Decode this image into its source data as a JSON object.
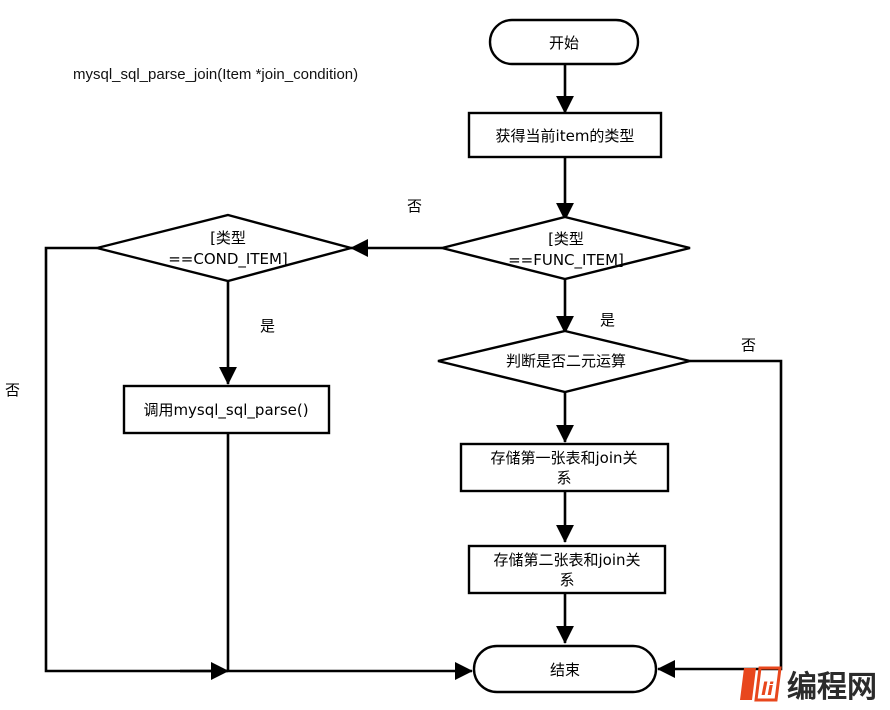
{
  "title": "mysql_sql_parse_join(Item *join_condition)",
  "nodes": {
    "start": "开始",
    "get_type": "获得当前item的类型",
    "is_func": [
      "[类型",
      "==FUNC_ITEM]"
    ],
    "is_cond": [
      "[类型",
      "==COND_ITEM]"
    ],
    "call_parse": "调用mysql_sql_parse()",
    "is_binary": "判断是否二元运算",
    "store_first": [
      "存储第一张表和join关",
      "系"
    ],
    "store_second": [
      "存储第二张表和join关",
      "系"
    ],
    "end": "结束"
  },
  "edge_labels": {
    "func_no": "否",
    "func_yes": "是",
    "cond_yes": "是",
    "cond_no": "否",
    "binary_no": "否"
  },
  "watermark": {
    "logo": "编程网",
    "logo_color": "#e8471d"
  }
}
